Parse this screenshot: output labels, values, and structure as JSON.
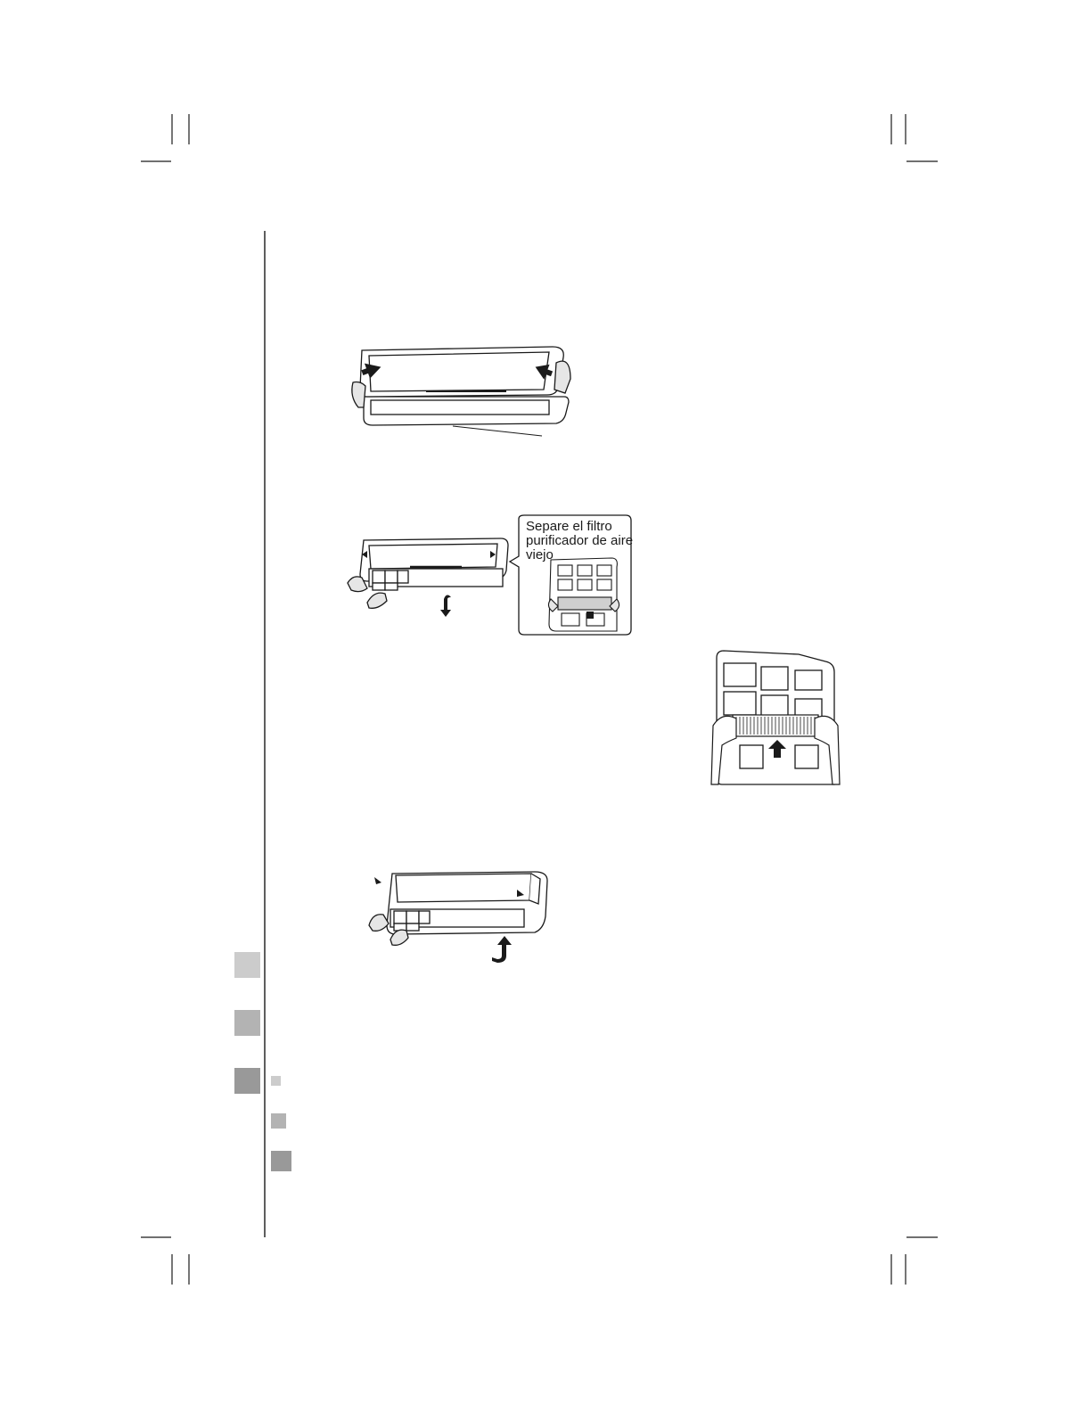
{
  "callout": {
    "lines": [
      "Separe el filtro",
      "purificador de aire",
      "viejo"
    ]
  },
  "colors": {
    "ink": "#1a1a1a",
    "tab_light": "#cccccc",
    "tab_mid": "#b3b3b3",
    "tab_dark": "#999999"
  }
}
